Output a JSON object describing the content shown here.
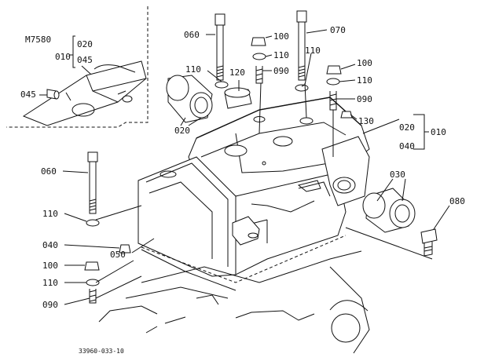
{
  "variant": {
    "model": "M7580",
    "ref_a": "020",
    "ref_b": "045",
    "ref_group": "010"
  },
  "labels": {
    "p060_top": "060",
    "p070": "070",
    "p100_top": "100",
    "p110_top": "110",
    "p090_top": "090",
    "p120": "120",
    "p110_left": "110",
    "p020_left": "020",
    "p110_right": "110",
    "p100_right": "100",
    "p110_right2": "110",
    "p090_right": "090",
    "p130": "130",
    "p020_right": "020",
    "p040_right": "040",
    "p010_right": "010",
    "p030": "030",
    "p080": "080",
    "p060_left": "060",
    "p110_mid": "110",
    "p040_left": "040",
    "p050": "050",
    "p100_bot": "100",
    "p110_bot": "110",
    "p090_bot": "090",
    "p045": "045"
  },
  "footer": {
    "drawing_number": "33960-033-10"
  }
}
